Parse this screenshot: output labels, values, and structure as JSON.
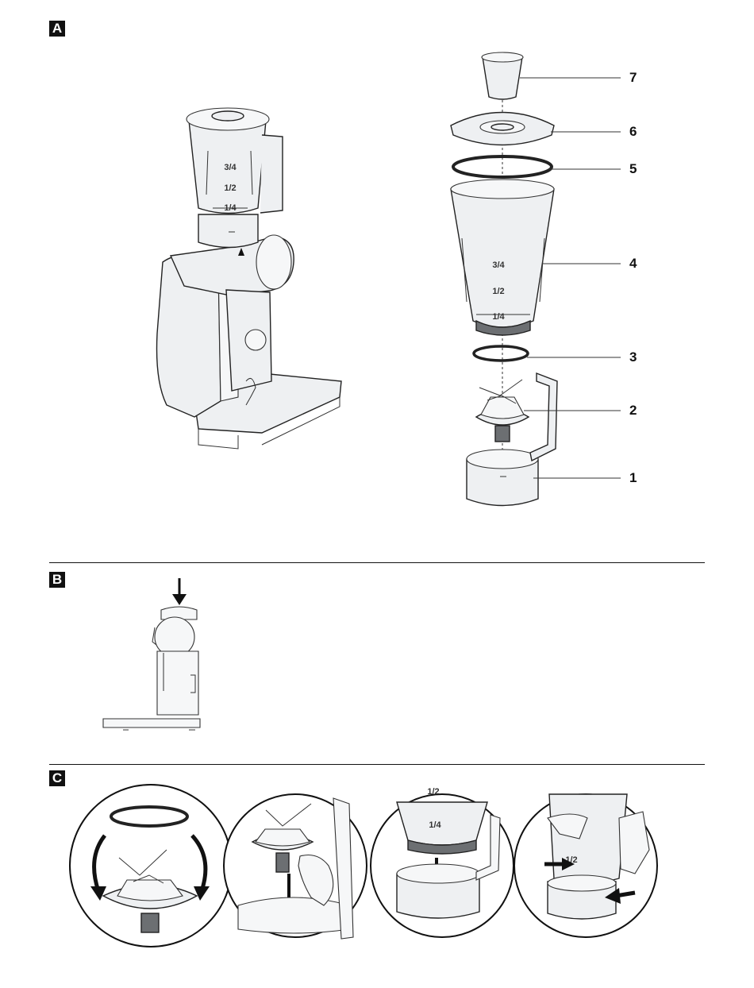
{
  "sections": {
    "a_label": "A",
    "b_label": "B",
    "c_label": "C"
  },
  "parts": [
    {
      "number": "7"
    },
    {
      "number": "6"
    },
    {
      "number": "5"
    },
    {
      "number": "4"
    },
    {
      "number": "3"
    },
    {
      "number": "2"
    },
    {
      "number": "1"
    }
  ],
  "jar_markings": {
    "three_quarter": "3/4",
    "half": "1/2",
    "quarter": "1/4"
  },
  "colors": {
    "line": "#222222",
    "part_fill": "#eef0f2",
    "section_label_bg": "#111111"
  }
}
